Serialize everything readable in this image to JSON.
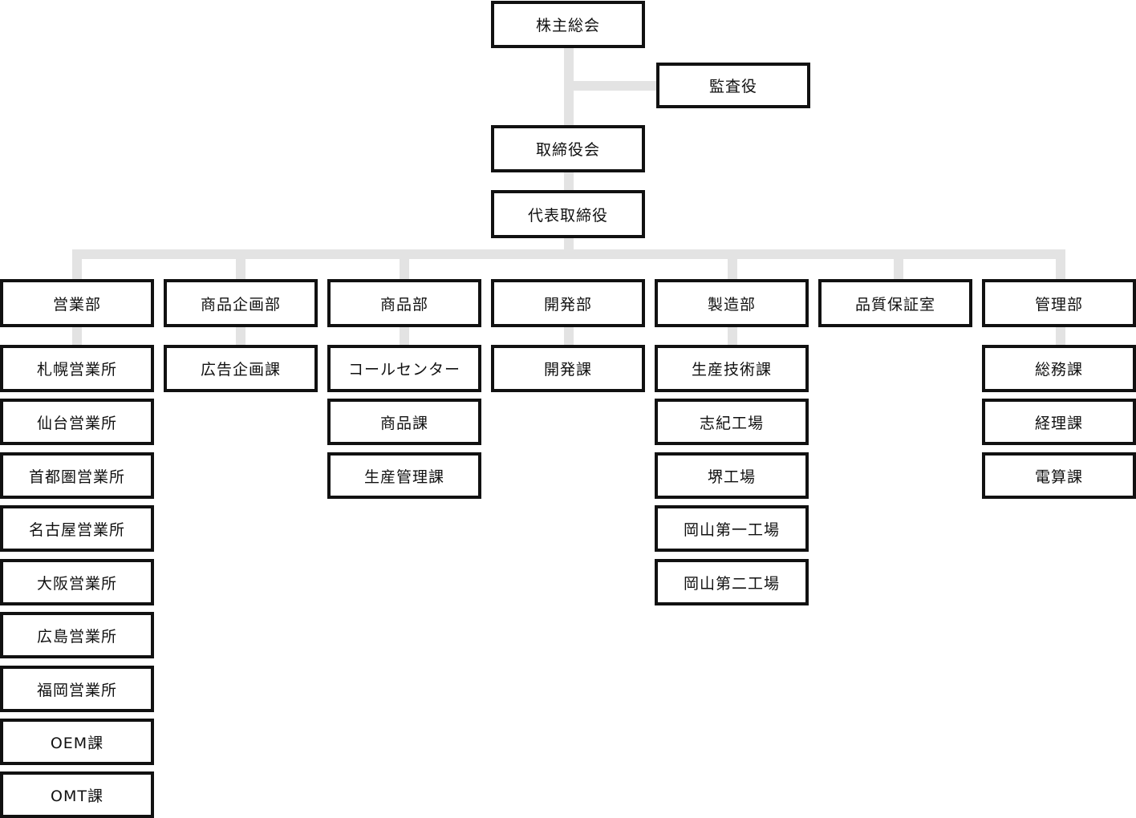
{
  "top": {
    "shareholders": "株主総会",
    "auditor": "監査役",
    "board": "取締役会",
    "president": "代表取締役"
  },
  "departments": [
    {
      "name": "営業部",
      "units": [
        "札幌営業所",
        "仙台営業所",
        "首都圏営業所",
        "名古屋営業所",
        "大阪営業所",
        "広島営業所",
        "福岡営業所",
        "OEM課",
        "OMT課"
      ]
    },
    {
      "name": "商品企画部",
      "units": [
        "広告企画課"
      ]
    },
    {
      "name": "商品部",
      "units": [
        "コールセンター",
        "商品課",
        "生産管理課"
      ]
    },
    {
      "name": "開発部",
      "units": [
        "開発課"
      ]
    },
    {
      "name": "製造部",
      "units": [
        "生産技術課",
        "志紀工場",
        "堺工場",
        "岡山第一工場",
        "岡山第二工場"
      ]
    },
    {
      "name": "品質保証室",
      "units": []
    },
    {
      "name": "管理部",
      "units": [
        "総務課",
        "経理課",
        "電算課"
      ]
    }
  ],
  "colors": {
    "box_border": "#111111",
    "connector": "#e3e3e3",
    "background": "#ffffff"
  }
}
